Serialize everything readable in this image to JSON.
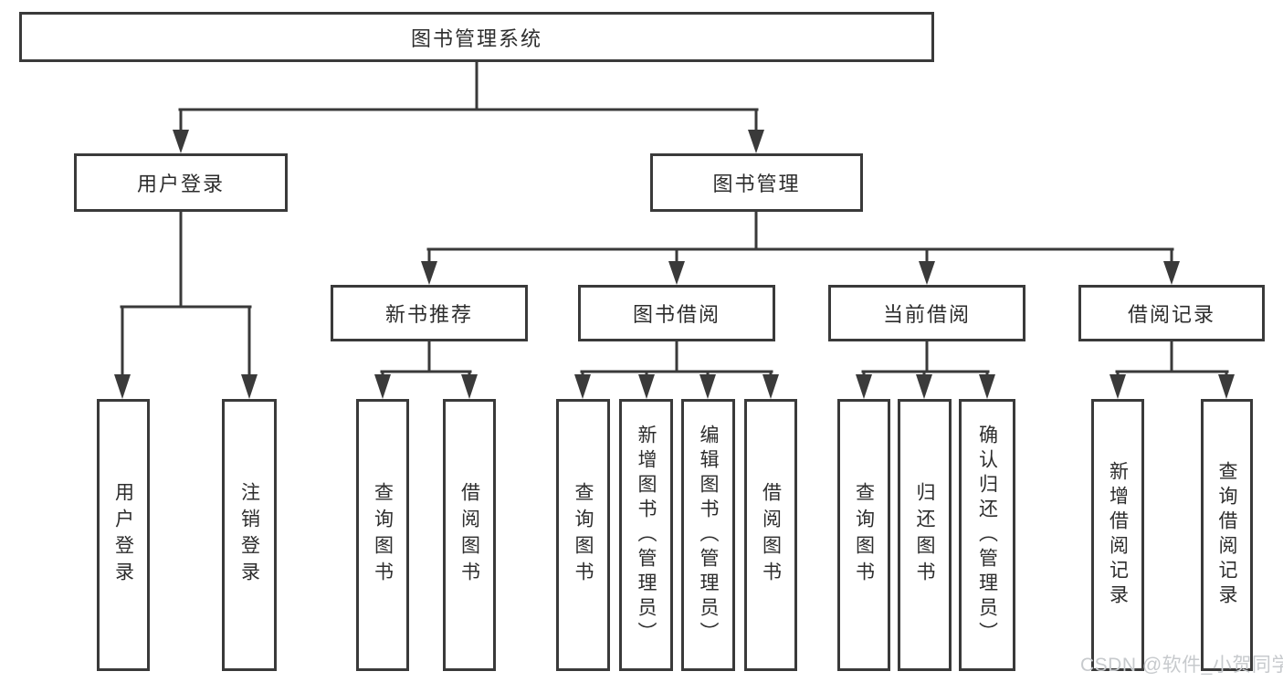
{
  "diagram": {
    "root": "图书管理系统",
    "level2": {
      "user_login": "用户登录",
      "book_mgmt": "图书管理"
    },
    "level3": {
      "new_book": "新书推荐",
      "book_borrow": "图书借阅",
      "current_borrow": "当前借阅",
      "borrow_record": "借阅记录"
    },
    "leaves": {
      "ul_login": "用户登录",
      "ul_logout": "注销登录",
      "nb_query": "查询图书",
      "nb_borrow": "借阅图书",
      "bb_query": "查询图书",
      "bb_add": "新增图书（管理员）",
      "bb_edit": "编辑图书（管理员）",
      "bb_borrow": "借阅图书",
      "cb_query": "查询图书",
      "cb_return": "归还图书",
      "cb_confirm": "确认归还（管理员）",
      "br_add": "新增借阅记录",
      "br_query": "查询借阅记录"
    }
  },
  "watermark": "CSDN @软件_小贺同学",
  "colors": {
    "line": "#3a3a3a",
    "text": "#2d2d2d",
    "watermark": "#c7cacd",
    "background": "#ffffff"
  }
}
